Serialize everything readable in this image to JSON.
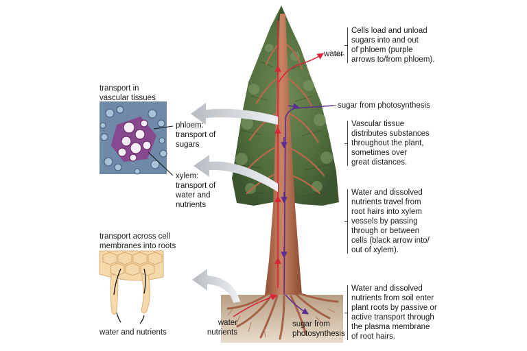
{
  "left": {
    "vascular_heading": [
      "transport in",
      "vascular tissues"
    ],
    "phloem_label": [
      "phloem:",
      "transport of",
      "sugars"
    ],
    "xylem_label": [
      "xylem:",
      "transport of",
      "water and",
      "nutrients"
    ],
    "roots_heading": [
      "transport across cell",
      "membranes into roots"
    ],
    "water_nutrients_caption": "water and nutrients"
  },
  "tree_labels": {
    "water_top": "water",
    "sugar_from_photosynthesis": "sugar from photosynthesis",
    "water_nutrients_bottom": [
      "water",
      "nutrients"
    ],
    "sugar_from_photosynthesis_bottom": [
      "sugar from",
      "photosynthesis"
    ]
  },
  "right_notes": [
    [
      "Cells load and unload",
      "sugars into and out",
      "of phloem (purple",
      "arrows to/from phloem)."
    ],
    [
      "Vascular tissue",
      "distributes substances",
      "throughout the plant,",
      "sometimes over",
      "great distances."
    ],
    [
      "Water and dissolved",
      "nutrients travel from",
      "root hairs into xylem",
      "vessels by passing",
      "through or between",
      "cells (black arrow into/",
      "out of xylem)."
    ],
    [
      "Water and dissolved",
      "nutrients from soil enter",
      "plant roots by passive or",
      "active transport through",
      "the plasma membrane",
      "of root hairs."
    ]
  ],
  "colors": {
    "water_arrow": "#d8243a",
    "sugar_arrow": "#5a2d91",
    "trunk": "#b86a4a",
    "foliage": "#4f6b3a",
    "soil": "#c9b49a",
    "grey_arrow": "#c7ccd0"
  }
}
